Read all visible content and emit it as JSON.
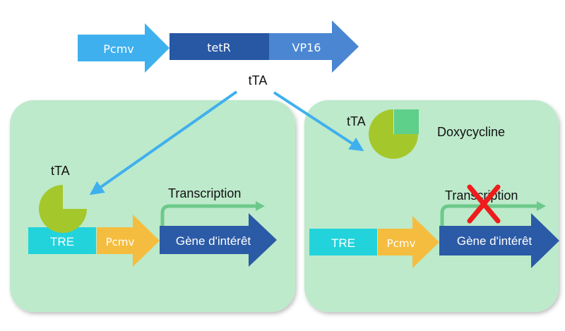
{
  "top_construct": {
    "pcmv_label": "Pcmv",
    "tetr_label": "tetR",
    "vp16_label": "VP16",
    "product_label": "tTA"
  },
  "left_panel": {
    "tta_label": "tTA",
    "transcription_label": "Transcription",
    "tre_label": "TRE",
    "pcmv_label": "Pcmv",
    "gene_label": "Gène d'intérêt"
  },
  "right_panel": {
    "tta_label": "tTA",
    "doxycycline_label": "Doxycycline",
    "transcription_label": "Transcription",
    "tre_label": "TRE",
    "pcmv_label": "Pcmv",
    "gene_label": "Gène d'intérêt"
  },
  "colors": {
    "panel_fill": "#bdeacb",
    "pcmv_top": "#3fb0ee",
    "tetr": "#2858a4",
    "vp16": "#4a86d2",
    "tre": "#22d3dc",
    "pcmv_promoter": "#f5bd3f",
    "gene": "#2b5aa6",
    "tta_shape": "#a4c82c",
    "doxycycline_square": "#5ed08a",
    "transcription_arrow": "#6cc98a",
    "binding_arrow": "#3fb0ee",
    "blocked_cross": "#ee1c1c"
  }
}
